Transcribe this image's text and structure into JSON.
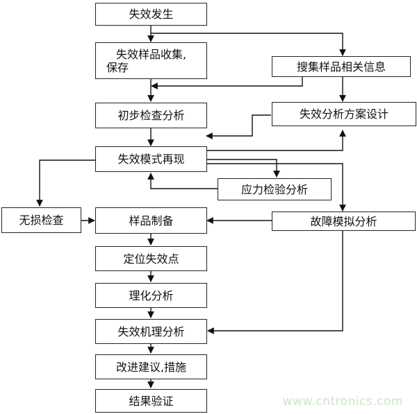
{
  "nodes": {
    "occur": "失效发生",
    "collect_1": "失效样品收集,",
    "collect_2": "保存",
    "search": "搜集样品相关信息",
    "initial": "初步检查分析",
    "design": "失效分析方案设计",
    "reproduce": "失效模式再现",
    "stress": "应力检验分析",
    "ndt": "无损检查",
    "prep": "样品制备",
    "fault_sim": "故障模拟分析",
    "locate": "定位失效点",
    "physchem": "理化分析",
    "mechanism": "失效机理分析",
    "improve": "改进建议,措施",
    "verify": "结果验证"
  },
  "watermark": "www.cntronics.com"
}
